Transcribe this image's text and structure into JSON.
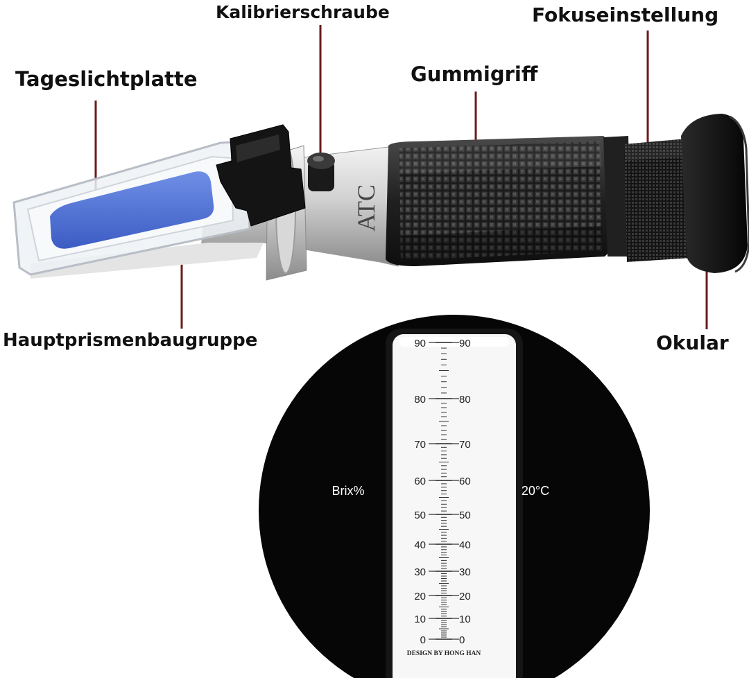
{
  "labels": {
    "calibration_screw": "Kalibrierschraube",
    "focus_adjustment": "Fokuseinstellung",
    "daylight_plate": "Tageslichtplatte",
    "rubber_grip": "Gummigriff",
    "main_prism_assembly": "Hauptprismenbaugruppe",
    "eyepiece": "Okular"
  },
  "device": {
    "body_marking": "ATC"
  },
  "scale_view": {
    "left_caption": "Brix%",
    "right_caption": "20°C",
    "tick_labels": [
      "90",
      "80",
      "70",
      "60",
      "50",
      "40",
      "30",
      "20",
      "10",
      "0"
    ],
    "footer": "DESIGN BY HONG HAN"
  },
  "colors": {
    "leader_line": "#6b1a1a",
    "daylight_plate_blue": "#4f72d6",
    "grip_black": "#1e1e1e",
    "metal_silver": "#c8c8c8",
    "viewfield_black": "#060606"
  }
}
